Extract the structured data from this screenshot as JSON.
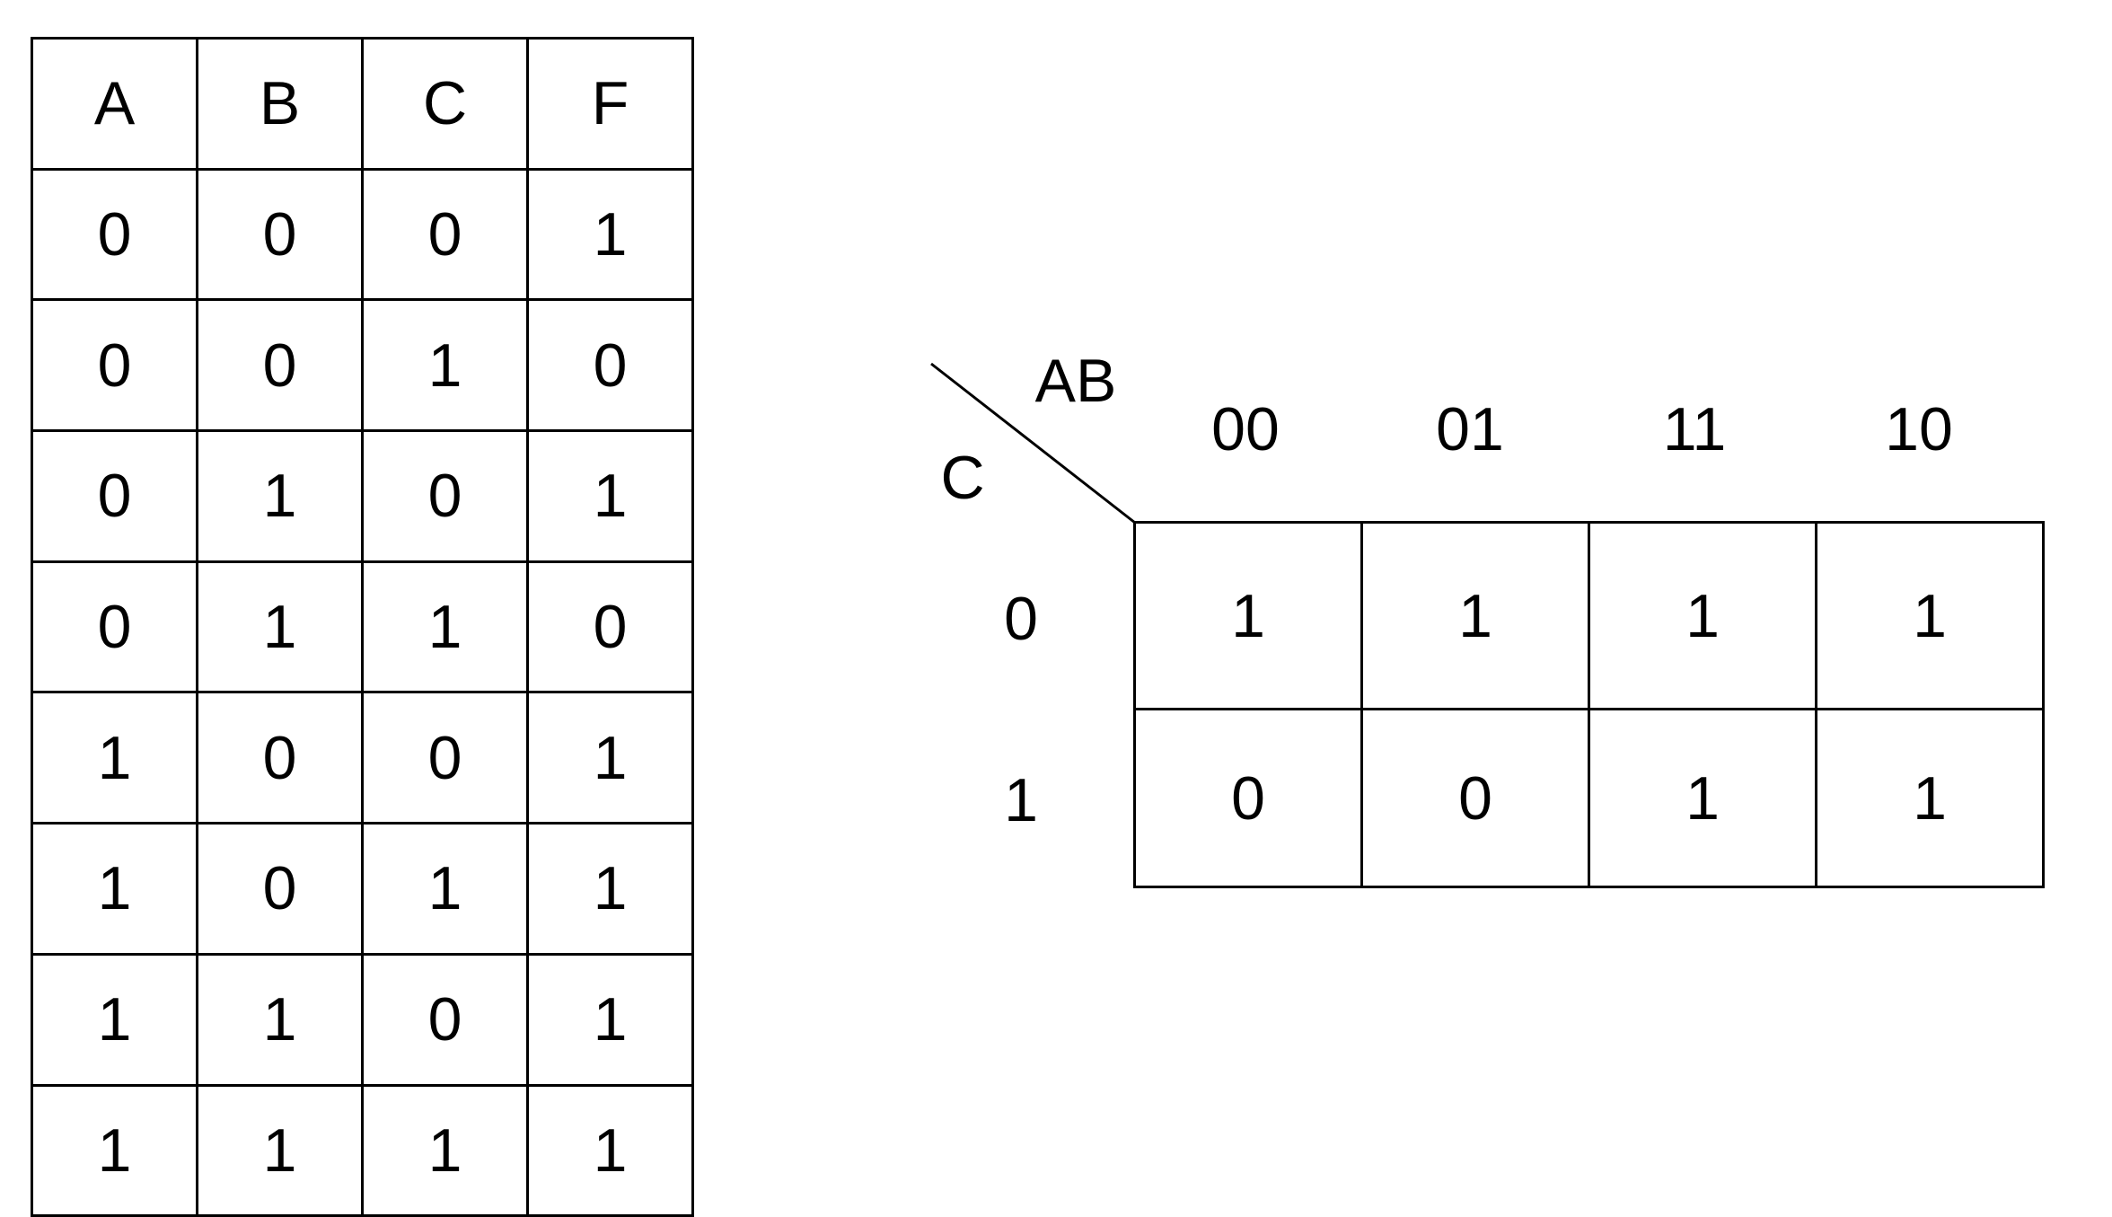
{
  "truth_table": {
    "headers": [
      "A",
      "B",
      "C",
      "F"
    ],
    "rows": [
      [
        "0",
        "0",
        "0",
        "1"
      ],
      [
        "0",
        "0",
        "1",
        "0"
      ],
      [
        "0",
        "1",
        "0",
        "1"
      ],
      [
        "0",
        "1",
        "1",
        "0"
      ],
      [
        "1",
        "0",
        "0",
        "1"
      ],
      [
        "1",
        "0",
        "1",
        "1"
      ],
      [
        "1",
        "1",
        "0",
        "1"
      ],
      [
        "1",
        "1",
        "1",
        "1"
      ]
    ]
  },
  "kmap": {
    "column_variable": "AB",
    "row_variable": "C",
    "column_headers": [
      "00",
      "01",
      "11",
      "10"
    ],
    "row_headers": [
      "0",
      "1"
    ],
    "cells": [
      [
        "1",
        "1",
        "1",
        "1"
      ],
      [
        "0",
        "0",
        "1",
        "1"
      ]
    ]
  }
}
